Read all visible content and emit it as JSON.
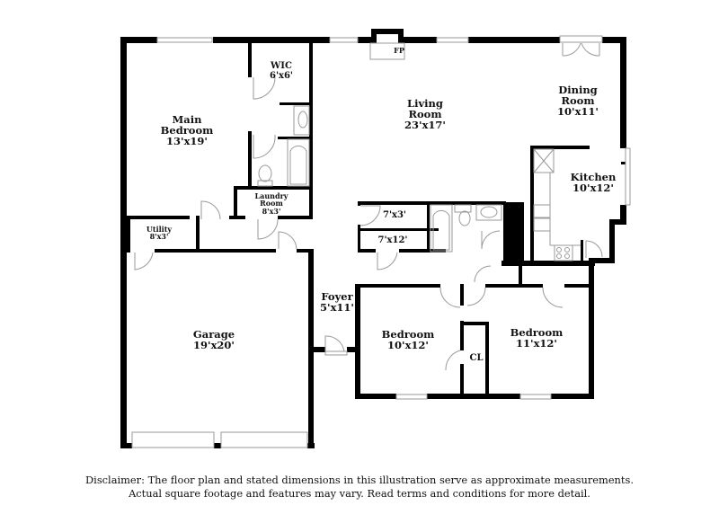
{
  "floor_plan": {
    "rooms": [
      {
        "id": "main-bedroom",
        "name_lines": [
          "Main",
          "Bedroom"
        ],
        "dims": "13'x19'"
      },
      {
        "id": "wic",
        "name_lines": [
          "WIC"
        ],
        "dims": "6'x6'"
      },
      {
        "id": "laundry-room",
        "name_lines": [
          "Laundry",
          "Room"
        ],
        "dims": "8'x3'"
      },
      {
        "id": "utility",
        "name_lines": [
          "Utility"
        ],
        "dims": "8'x3'"
      },
      {
        "id": "garage",
        "name_lines": [
          "Garage"
        ],
        "dims": "19'x20'"
      },
      {
        "id": "living-room",
        "name_lines": [
          "Living",
          "Room"
        ],
        "dims": "23'x17'"
      },
      {
        "id": "dining-room",
        "name_lines": [
          "Dining",
          "Room"
        ],
        "dims": "10'x11'"
      },
      {
        "id": "kitchen",
        "name_lines": [
          "Kitchen"
        ],
        "dims": "10'x12'"
      },
      {
        "id": "closet-7x3",
        "name_lines": [],
        "dims": "7'x3'"
      },
      {
        "id": "closet-7x12",
        "name_lines": [],
        "dims": "7'x12'"
      },
      {
        "id": "foyer",
        "name_lines": [
          "Foyer"
        ],
        "dims": "5'x11'"
      },
      {
        "id": "bedroom-2",
        "name_lines": [
          "Bedroom"
        ],
        "dims": "10'x12'"
      },
      {
        "id": "bedroom-3",
        "name_lines": [
          "Bedroom"
        ],
        "dims": "11'x12'"
      },
      {
        "id": "closet-cl",
        "name_lines": [
          "CL"
        ],
        "dims": ""
      }
    ],
    "fixtures": {
      "fireplace": "FP"
    }
  },
  "disclaimer": {
    "line1": "Disclaimer: The floor plan and stated dimensions in this illustration serve as approximate measurements.",
    "line2": "Actual square footage and features may vary. Read terms and conditions for more detail."
  },
  "colors": {
    "wall": "#000000",
    "fixture": "#9a9a9a",
    "background": "#ffffff"
  }
}
